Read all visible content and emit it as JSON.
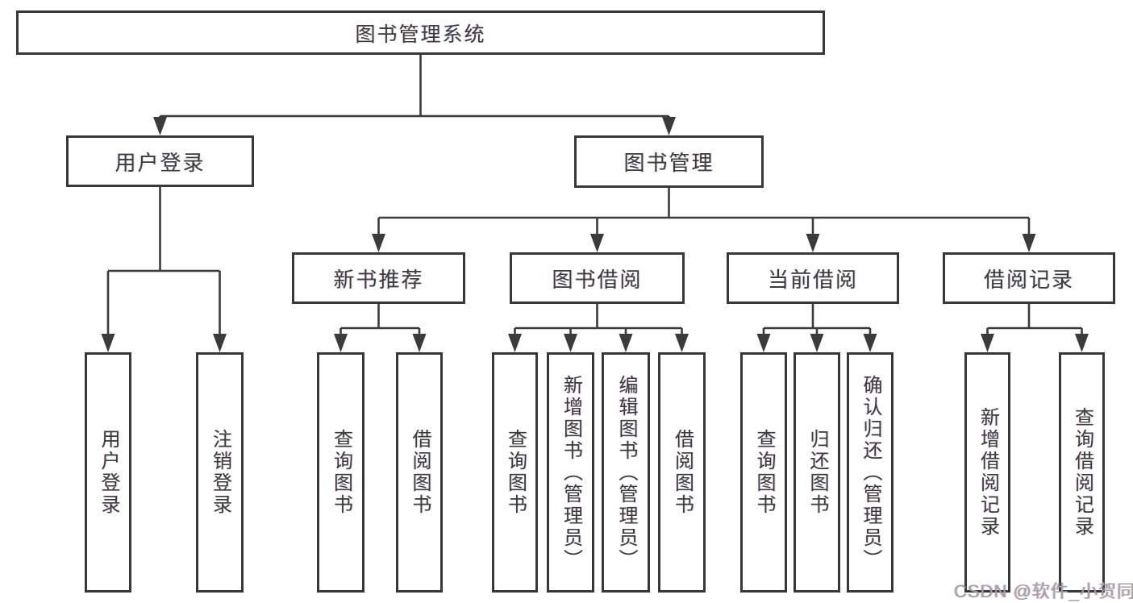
{
  "diagram_type": "hierarchy-chart",
  "colors": {
    "background": "#ffffff",
    "box_border": "#383838",
    "line": "#3b3b3b",
    "text": "#3c3c3c",
    "watermark": "#a3a3a3"
  },
  "tree": {
    "label": "图书管理系统",
    "children": [
      {
        "label": "用户登录",
        "children": [
          {
            "label": "用户登录"
          },
          {
            "label": "注销登录"
          }
        ]
      },
      {
        "label": "图书管理",
        "children": [
          {
            "label": "新书推荐",
            "children": [
              {
                "label": "查询图书"
              },
              {
                "label": "借阅图书"
              }
            ]
          },
          {
            "label": "图书借阅",
            "children": [
              {
                "label": "查询图书"
              },
              {
                "label": "新增图书（管理员）"
              },
              {
                "label": "编辑图书（管理员）"
              },
              {
                "label": "借阅图书"
              }
            ]
          },
          {
            "label": "当前借阅",
            "children": [
              {
                "label": "查询图书"
              },
              {
                "label": "归还图书"
              },
              {
                "label": "确认归还（管理员）"
              }
            ]
          },
          {
            "label": "借阅记录",
            "children": [
              {
                "label": "新增借阅记录"
              },
              {
                "label": "查询借阅记录"
              }
            ]
          }
        ]
      }
    ]
  },
  "watermark": {
    "text": "CSDN @软件_小贺同学"
  }
}
